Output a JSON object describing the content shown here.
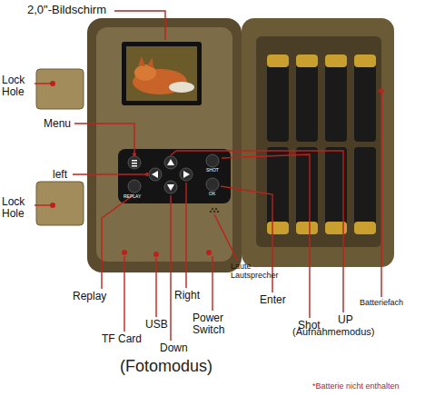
{
  "diagram": {
    "labels": [
      "2,0\"-Bildschirm",
      "Lock Hole",
      "Menu",
      "left",
      "Lock Hole",
      "Replay",
      "TF Card",
      "USB",
      "Down",
      "Right",
      "Power Switch",
      "Laute Lautsprecher",
      "Enter",
      "Shot",
      "UP",
      "(Aufnahmemodus)",
      "Batteriefach",
      "(Fotomodus)",
      "*Batterie nicht enthalten",
      "REPLAY",
      "SHOT",
      "OK"
    ]
  }
}
